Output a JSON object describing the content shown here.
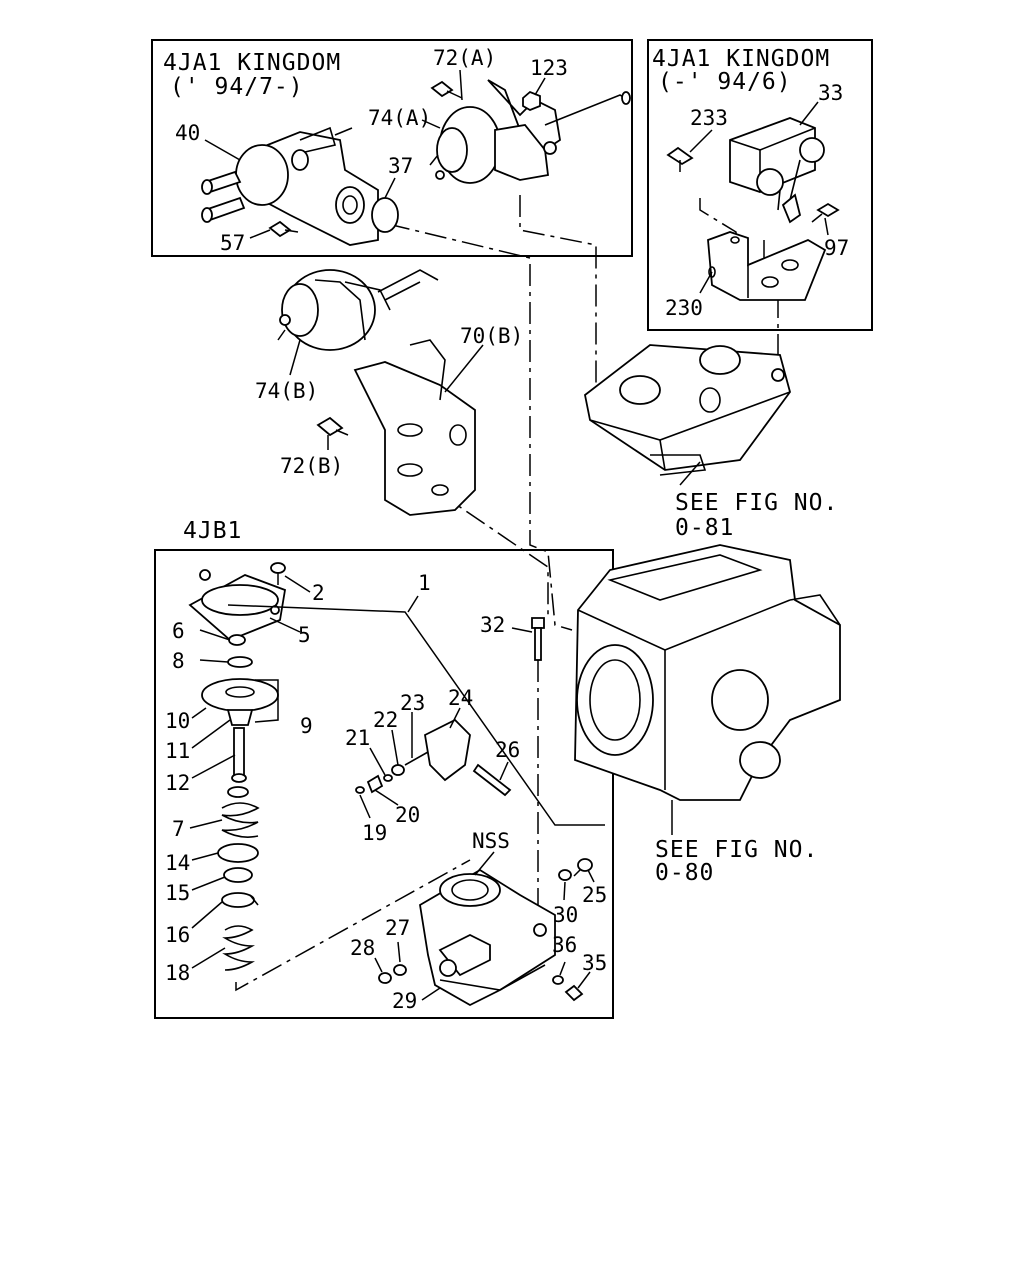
{
  "panels": {
    "ja1_late": {
      "title_line1": "4JA1 KINGDOM",
      "title_line2": "(' 94/7-)"
    },
    "ja1_early": {
      "title_line1": "4JA1 KINGDOM",
      "title_line2": "(-' 94/6)"
    },
    "jb1": {
      "title": "4JB1"
    }
  },
  "references": {
    "fig_081": {
      "line1": "SEE FIG NO.",
      "line2": "0-81"
    },
    "fig_080": {
      "line1": "SEE FIG NO.",
      "line2": "0-80"
    }
  },
  "callouts": {
    "p72a": "72(A)",
    "p123": "123",
    "p74a": "74(A)",
    "p40": "40",
    "p37": "37",
    "p57": "57",
    "p233": "233",
    "p33": "33",
    "p97": "97",
    "p230": "230",
    "p70b": "70(B)",
    "p74b": "74(B)",
    "p72b": "72(B)",
    "p1": "1",
    "p2": "2",
    "p5": "5",
    "p6": "6",
    "p8": "8",
    "p9": "9",
    "p10": "10",
    "p11": "11",
    "p12": "12",
    "p7": "7",
    "p14": "14",
    "p15": "15",
    "p16": "16",
    "p18": "18",
    "p21": "21",
    "p22": "22",
    "p23": "23",
    "p24": "24",
    "p26": "26",
    "p19": "19",
    "p20": "20",
    "p32": "32",
    "pNSS": "NSS",
    "p25": "25",
    "p30": "30",
    "p27": "27",
    "p28": "28",
    "p36": "36",
    "p35": "35",
    "p29": "29"
  }
}
